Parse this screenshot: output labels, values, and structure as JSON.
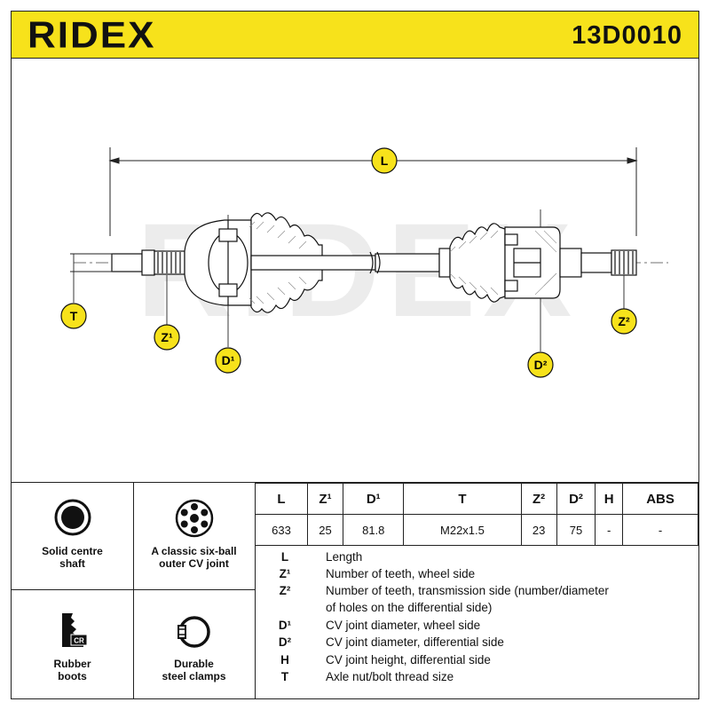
{
  "header": {
    "brand": "RIDEX",
    "part_number": "13D0010"
  },
  "drawing": {
    "watermark": "RIDEX",
    "labels": {
      "L": "L",
      "T": "T",
      "Z1": "Z¹",
      "D1": "D¹",
      "D2": "D²",
      "Z2": "Z²"
    }
  },
  "features": [
    {
      "label_line1": "Solid centre",
      "label_line2": "shaft",
      "icon": "solid-circle-icon"
    },
    {
      "label_line1": "A classic six-ball",
      "label_line2": "outer CV joint",
      "icon": "six-ball-joint-icon"
    },
    {
      "label_line1": "Rubber",
      "label_line2": "boots",
      "icon": "rubber-boot-icon"
    },
    {
      "label_line1": "Durable",
      "label_line2": "steel clamps",
      "icon": "steel-clamp-icon"
    }
  ],
  "boot_badge": "CR",
  "spec_table": {
    "headers": [
      "L",
      "Z¹",
      "D¹",
      "T",
      "Z²",
      "D²",
      "H",
      "ABS"
    ],
    "values": [
      "633",
      "25",
      "81.8",
      "M22x1.5",
      "23",
      "75",
      "-",
      "-"
    ]
  },
  "legend": [
    {
      "symbol": "L",
      "description": "Length"
    },
    {
      "symbol": "Z¹",
      "description": "Number of teeth, wheel side"
    },
    {
      "symbol": "Z²",
      "description": "Number of teeth, transmission side (number/diameter"
    },
    {
      "symbol": "",
      "description": "of holes on the differential side)"
    },
    {
      "symbol": "D¹",
      "description": "CV joint diameter, wheel side"
    },
    {
      "symbol": "D²",
      "description": "CV joint diameter, differential side"
    },
    {
      "symbol": "H",
      "description": "CV joint height, differential side"
    },
    {
      "symbol": "T",
      "description": "Axle nut/bolt thread size"
    }
  ],
  "colors": {
    "accent_yellow": "#f7e21b",
    "line": "#111111",
    "watermark": "#e6e6e6"
  }
}
